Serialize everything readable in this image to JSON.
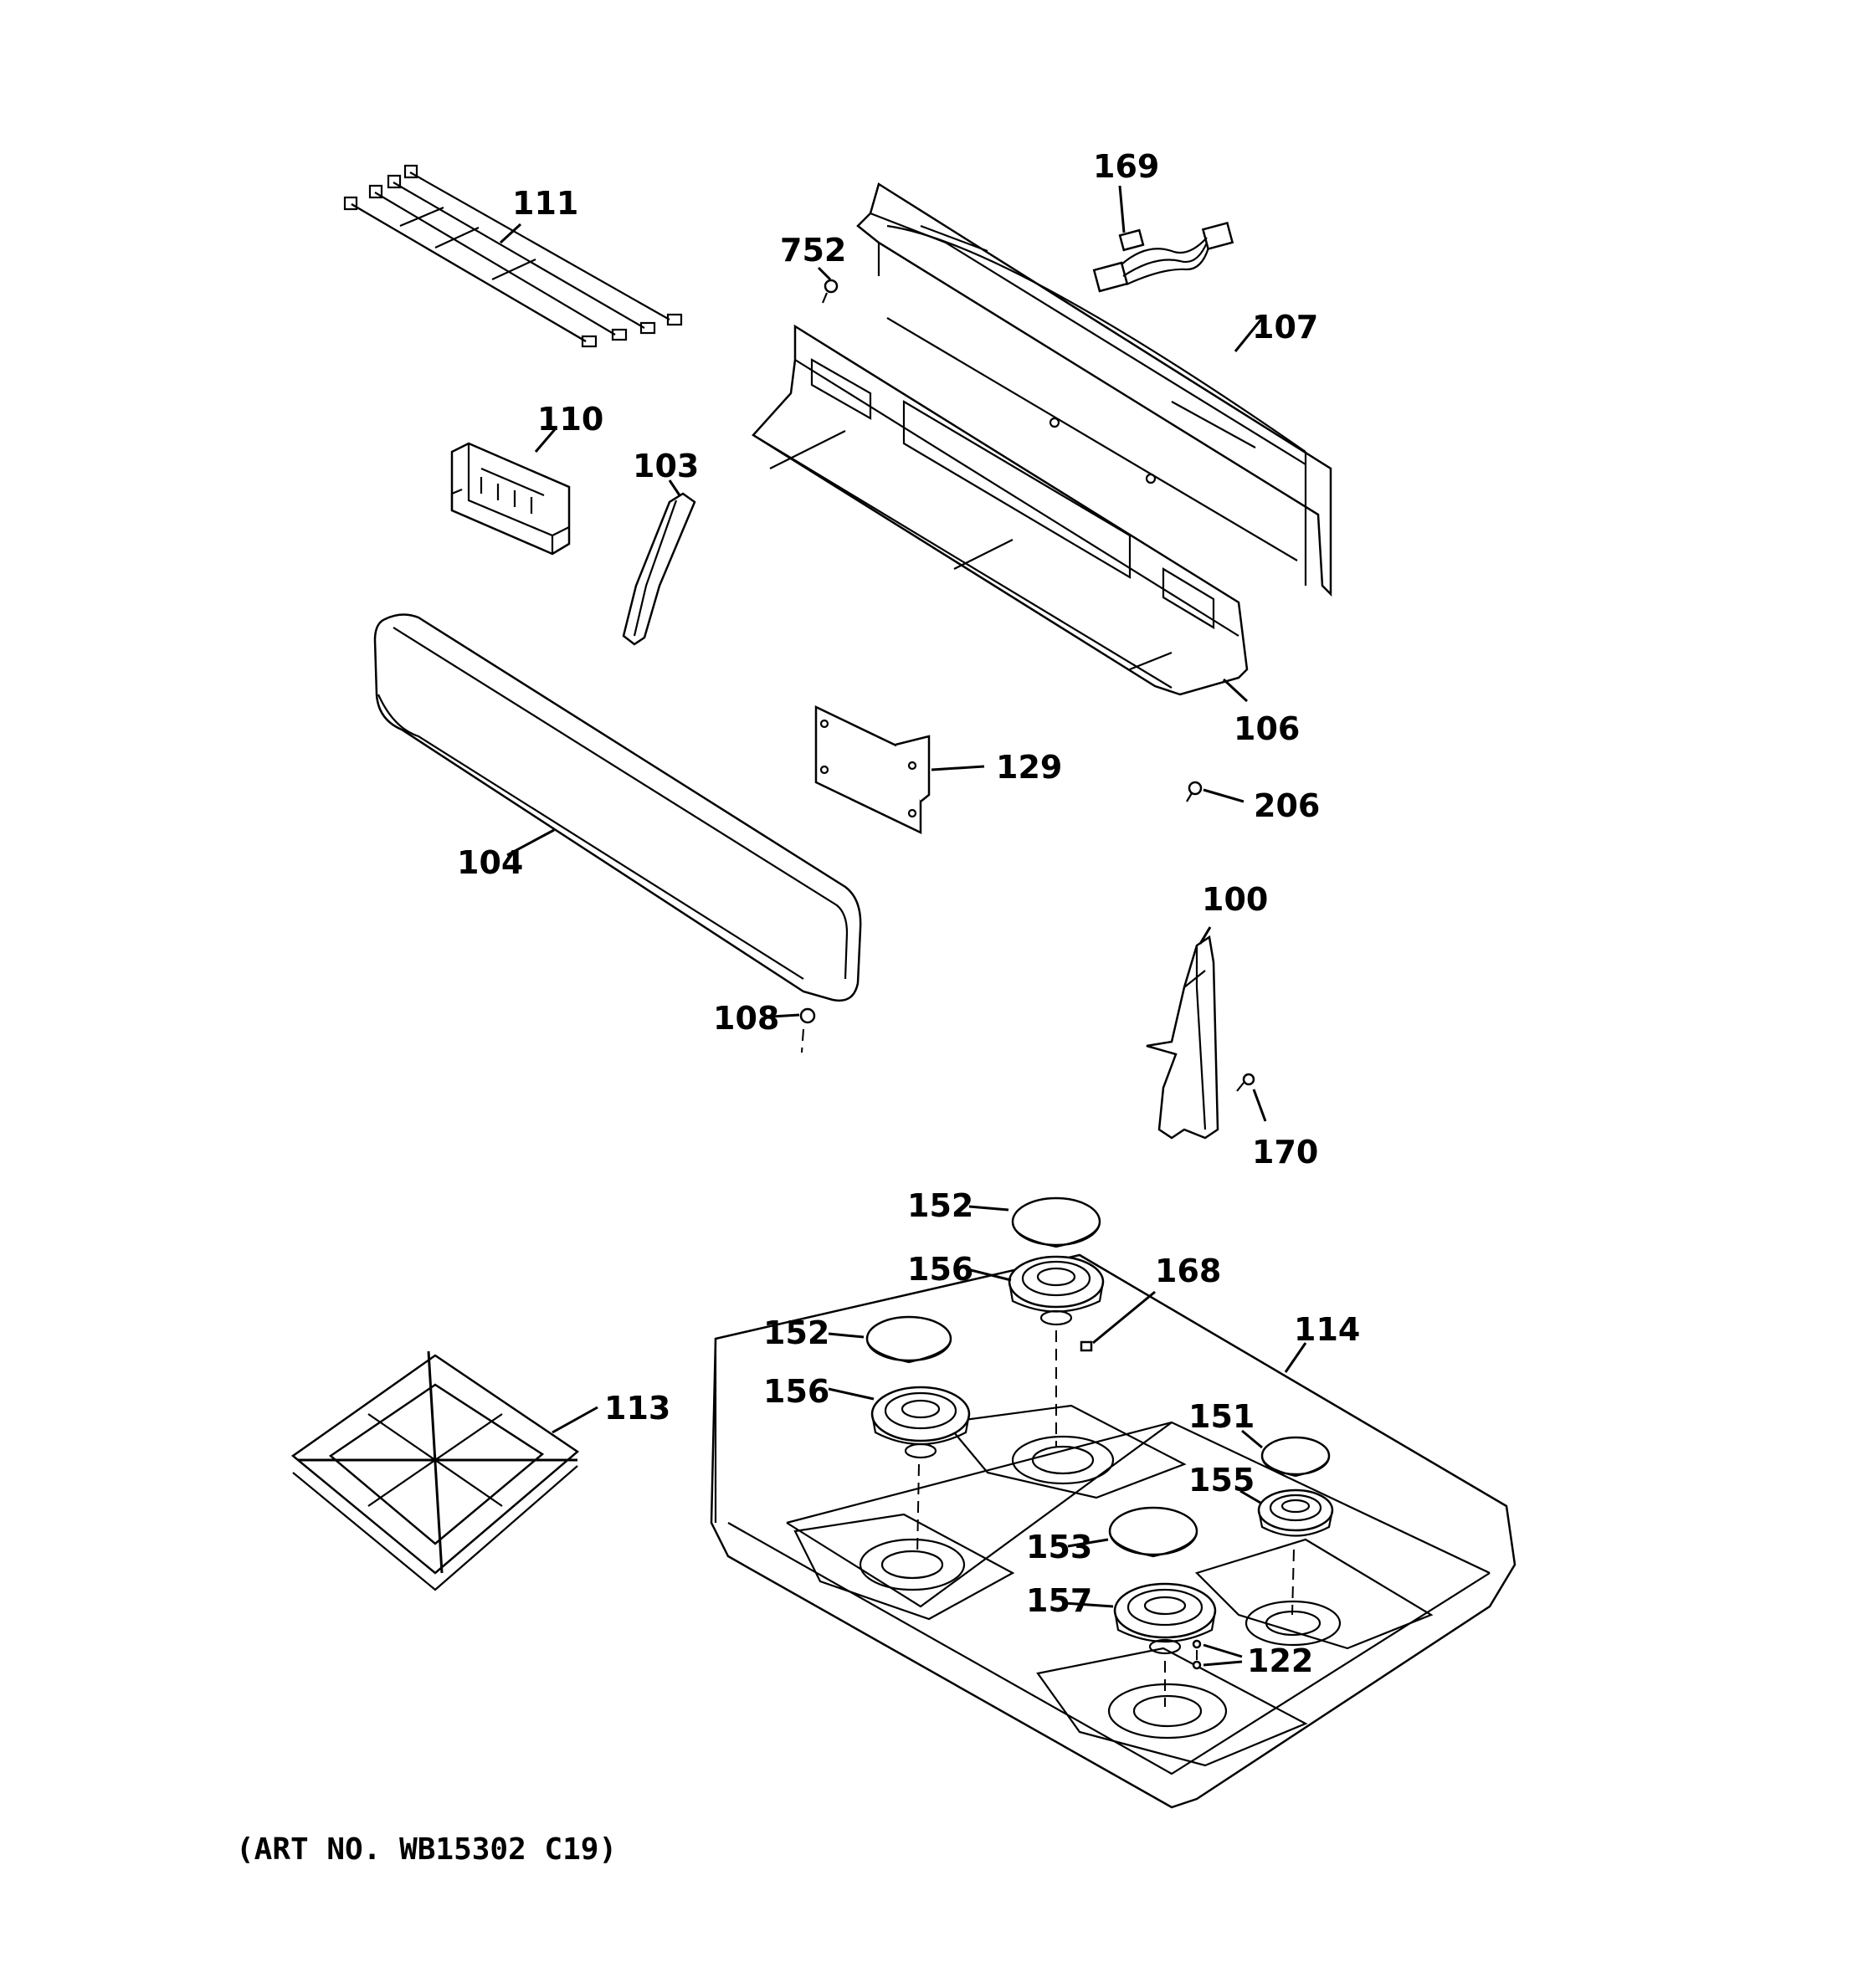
{
  "labels": {
    "p100": "100",
    "p103": "103",
    "p104": "104",
    "p106": "106",
    "p107": "107",
    "p108": "108",
    "p110": "110",
    "p111": "111",
    "p113": "113",
    "p114": "114",
    "p122": "122",
    "p129": "129",
    "p151": "151",
    "p152a": "152",
    "p152b": "152",
    "p153": "153",
    "p155": "155",
    "p156a": "156",
    "p156b": "156",
    "p157": "157",
    "p168": "168",
    "p169": "169",
    "p170": "170",
    "p206": "206",
    "p752": "752"
  },
  "art_number": "(ART NO. WB15302 C19)"
}
